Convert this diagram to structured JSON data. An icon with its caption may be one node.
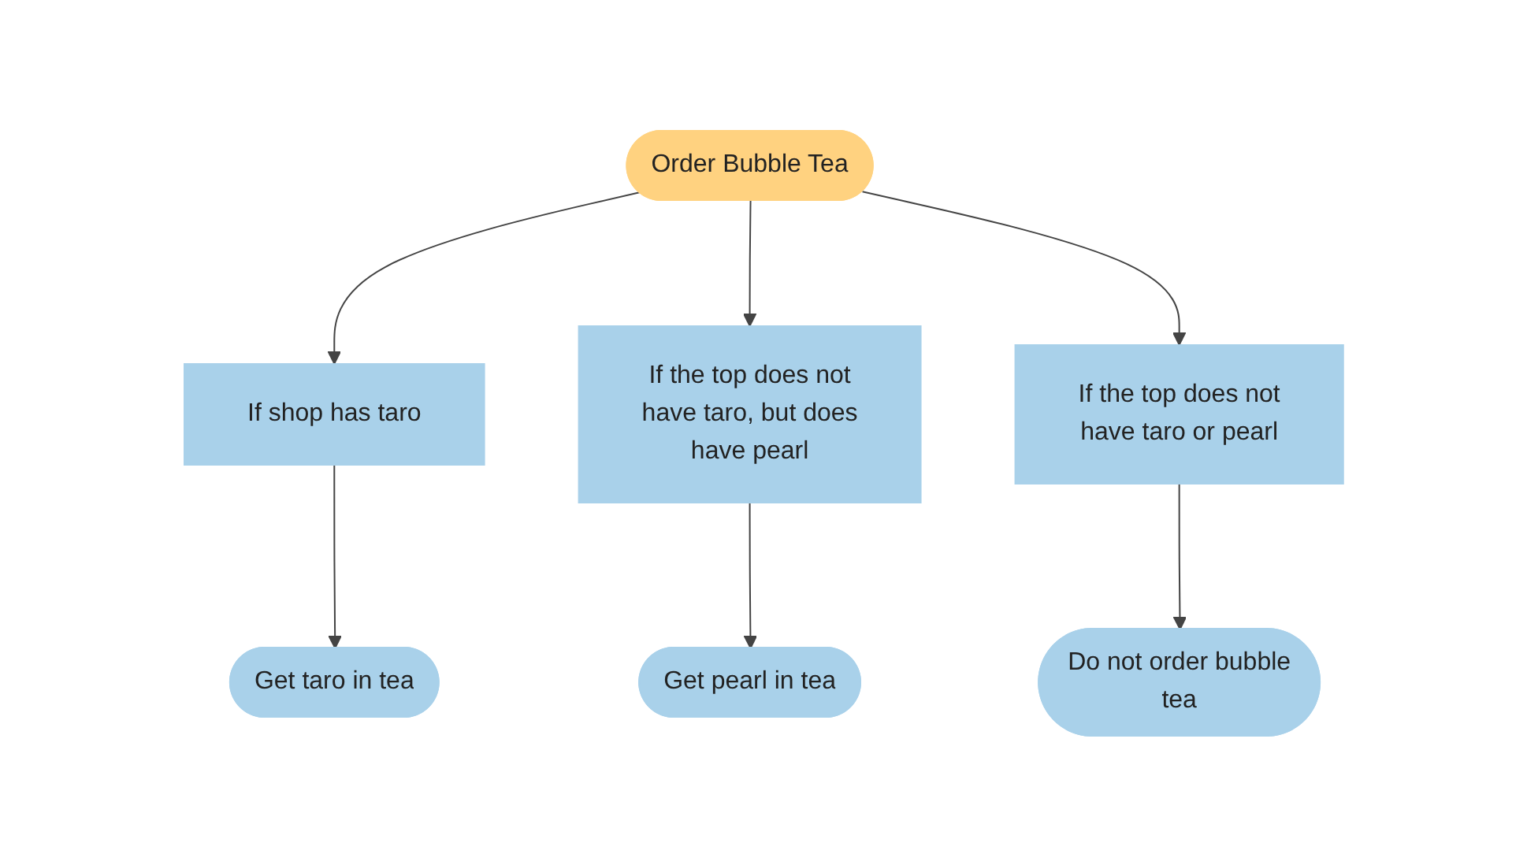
{
  "diagram": {
    "nodes": [
      {
        "text": [
          "Order Bubble Tea"
        ]
      },
      {
        "text": [
          "If shop has taro"
        ]
      },
      {
        "text": [
          "If the top does not have taro, but does have pearl"
        ]
      },
      {
        "text": [
          "If the top does not have taro or pearl"
        ]
      },
      {
        "text": [
          "Get taro in tea"
        ]
      },
      {
        "text": [
          "Get pearl in tea"
        ]
      },
      {
        "text": [
          "Do not order bubble tea"
        ]
      }
    ],
    "edges": [
      {
        "from": 0,
        "to": 1,
        "arrow": "to"
      },
      {
        "from": 0,
        "to": 2,
        "arrow": "to"
      },
      {
        "from": 0,
        "to": 3,
        "arrow": "to"
      },
      {
        "from": 1,
        "to": 4,
        "arrow": "to"
      },
      {
        "from": 2,
        "to": 5,
        "arrow": "to"
      },
      {
        "from": 3,
        "to": 6,
        "arrow": "to"
      }
    ]
  }
}
